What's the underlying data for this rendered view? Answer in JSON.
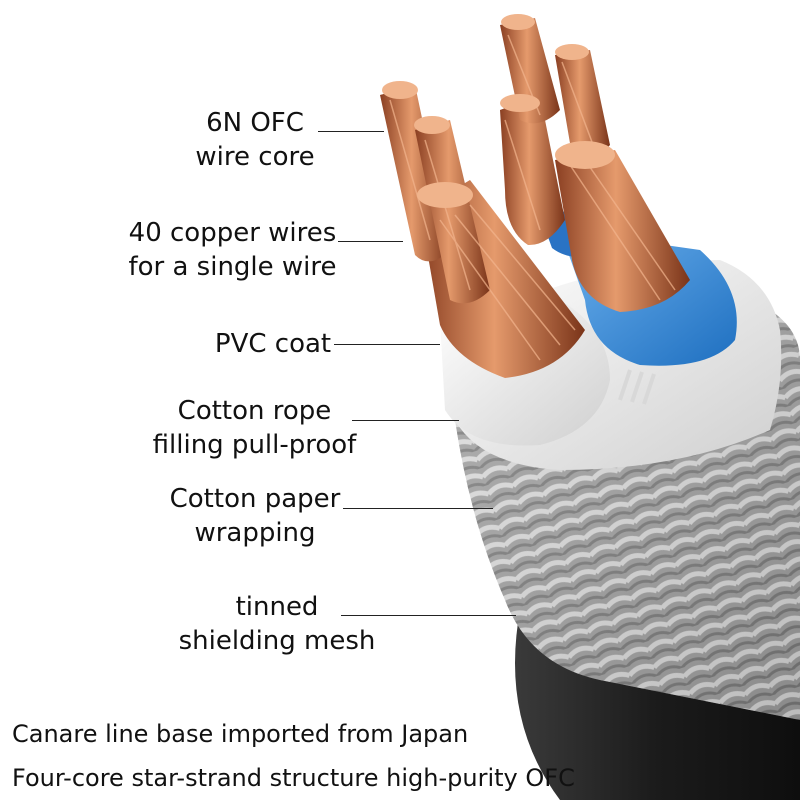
{
  "colors": {
    "copper": "#c8714a",
    "blue_insulation": "#3a8ddc",
    "white_insulation": "#f1f1f1",
    "shield_mesh": "#b5b5b5",
    "outer_jacket": "#1e1e1e",
    "text": "#111111"
  },
  "annotations": [
    {
      "lines": [
        "6N OFC",
        "wire core"
      ]
    },
    {
      "lines": [
        "40 copper wires",
        "for a single wire"
      ]
    },
    {
      "lines": [
        "PVC coat"
      ]
    },
    {
      "lines": [
        "Cotton rope",
        "filling pull-proof"
      ]
    },
    {
      "lines": [
        "Cotton paper",
        "wrapping"
      ]
    },
    {
      "lines": [
        "tinned",
        "shielding mesh"
      ]
    }
  ],
  "captions": [
    "Canare line base imported from Japan",
    "Four-core star-strand structure high-purity OFC"
  ]
}
